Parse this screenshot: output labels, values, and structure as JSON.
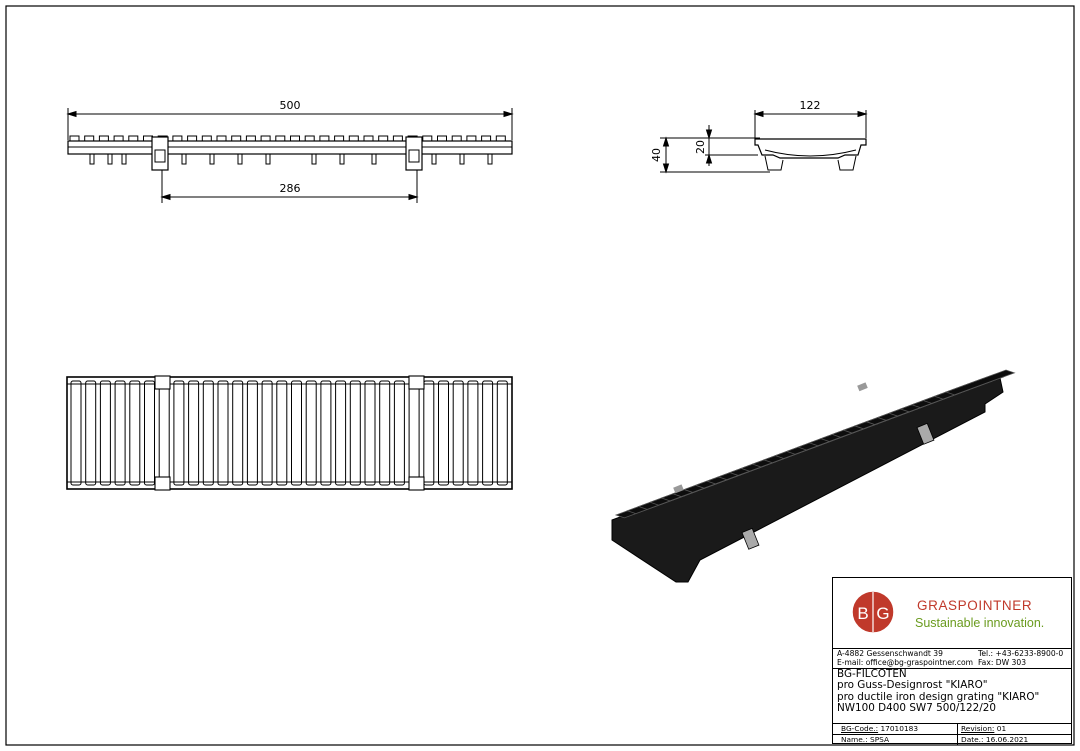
{
  "dimensions": {
    "front_length": "500",
    "front_spacing": "286",
    "side_width": "122",
    "side_total_height": "40",
    "side_grating_height": "20"
  },
  "company": {
    "logo_letters": [
      "B",
      "G"
    ],
    "brand": "GRASPOINTNER",
    "slogan": "Sustainable innovation."
  },
  "address": {
    "postal": "A-4882  Gessenschwandt 39",
    "email": "E-mail: office@bg-graspointner.com",
    "tel": "Tel.: +43-6233-8900-0",
    "fax": "Fax:  DW 303"
  },
  "description": {
    "line1": "BG-FILCOTEN",
    "line2": "pro Guss-Designrost \"KIARO\"",
    "line3": "pro ductile iron design grating \"KIARO\"",
    "line4": "NW100 D400 SW7 500/122/20"
  },
  "fields": {
    "code_label": "BG-Code.:",
    "code_value": "17010183",
    "revision_label": "Revision:",
    "revision_value": "01",
    "name_label": "Name.:",
    "name_value": "SPSA",
    "date_label": "Date.:",
    "date_value": "16.06.2021"
  },
  "colors": {
    "logo_red": "#c0392b",
    "slogan_green": "#6a9b1e",
    "line": "#000000"
  }
}
